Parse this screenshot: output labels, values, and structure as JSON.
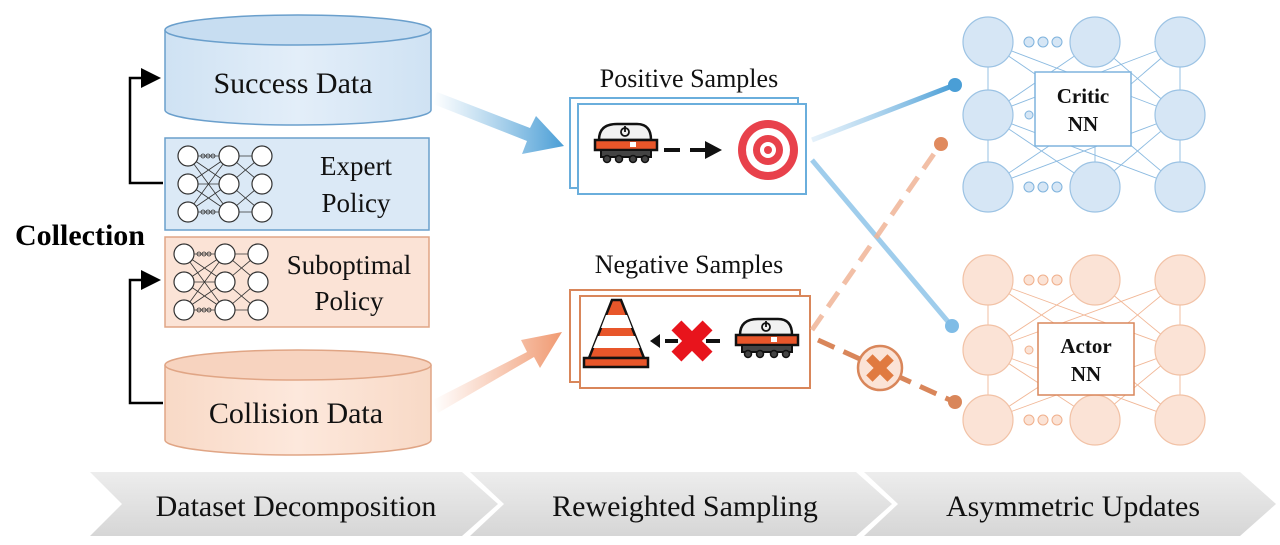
{
  "collection_label": "Collection",
  "success_data": {
    "label": "Success Data"
  },
  "expert_policy": {
    "line1": "Expert",
    "line2": "Policy"
  },
  "suboptimal_policy": {
    "line1": "Suboptimal",
    "line2": "Policy"
  },
  "collision_data": {
    "label": "Collision Data"
  },
  "positive_samples": {
    "title": "Positive Samples"
  },
  "negative_samples": {
    "title": "Negative Samples"
  },
  "critic_nn": {
    "line1": "Critic",
    "line2": "NN"
  },
  "actor_nn": {
    "line1": "Actor",
    "line2": "NN"
  },
  "stages": [
    "Dataset Decomposition",
    "Reweighted Sampling",
    "Asymmetric Updates"
  ],
  "colors": {
    "blue_fill": "#dbe9f6",
    "blue_stroke": "#6a9fcc",
    "orange_fill": "#fbe3d6",
    "orange_stroke": "#d9865a",
    "robot_orange": "#e8562a",
    "target_red": "#e8414b",
    "cross_red": "#e8141c",
    "stage_gray": "#e3e3e3"
  },
  "icons": [
    "robot-icon",
    "target-icon",
    "traffic-cone-icon",
    "cross-icon",
    "x-circle-icon"
  ]
}
